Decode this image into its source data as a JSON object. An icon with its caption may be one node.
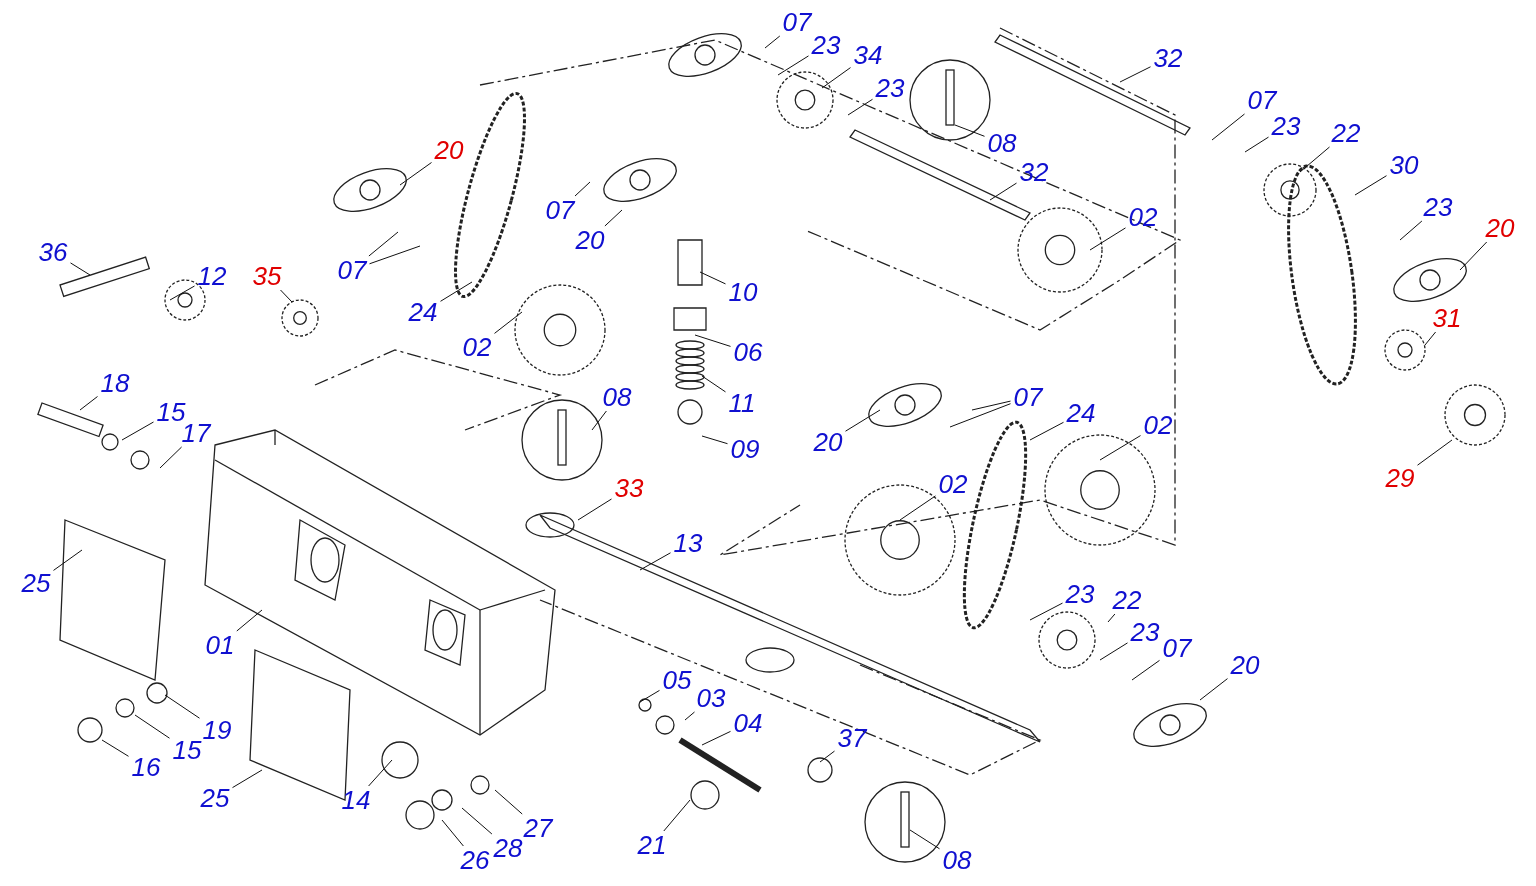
{
  "diagram": {
    "nodes": [
      {
        "text": [
          "07"
        ]
      },
      {
        "text": [
          "23"
        ]
      },
      {
        "text": [
          "34"
        ]
      },
      {
        "text": [
          "23"
        ]
      },
      {
        "text": [
          "32"
        ]
      },
      {
        "text": [
          "07"
        ]
      },
      {
        "text": [
          "23"
        ]
      },
      {
        "text": [
          "22"
        ]
      },
      {
        "text": [
          "30"
        ]
      },
      {
        "text": [
          "23"
        ]
      },
      {
        "text": [
          "20"
        ]
      },
      {
        "text": [
          "31"
        ]
      },
      {
        "text": [
          "29"
        ]
      },
      {
        "text": [
          "20"
        ]
      },
      {
        "text": [
          "08"
        ]
      },
      {
        "text": [
          "32"
        ]
      },
      {
        "text": [
          "02"
        ]
      },
      {
        "text": [
          "07"
        ]
      },
      {
        "text": [
          "20"
        ]
      },
      {
        "text": [
          "07"
        ]
      },
      {
        "text": [
          "36"
        ]
      },
      {
        "text": [
          "12"
        ]
      },
      {
        "text": [
          "35"
        ]
      },
      {
        "text": [
          "24"
        ]
      },
      {
        "text": [
          "02"
        ]
      },
      {
        "text": [
          "10"
        ]
      },
      {
        "text": [
          "06"
        ]
      },
      {
        "text": [
          "11"
        ]
      },
      {
        "text": [
          "09"
        ]
      },
      {
        "text": [
          "18"
        ]
      },
      {
        "text": [
          "15"
        ]
      },
      {
        "text": [
          "17"
        ]
      },
      {
        "text": [
          "08"
        ]
      },
      {
        "text": [
          "20"
        ]
      },
      {
        "text": [
          "07"
        ]
      },
      {
        "text": [
          "24"
        ]
      },
      {
        "text": [
          "02"
        ]
      },
      {
        "text": [
          "02"
        ]
      },
      {
        "text": [
          "33"
        ]
      },
      {
        "text": [
          "13"
        ]
      },
      {
        "text": [
          "25"
        ]
      },
      {
        "text": [
          "01"
        ]
      },
      {
        "text": [
          "23"
        ]
      },
      {
        "text": [
          "22"
        ]
      },
      {
        "text": [
          "23"
        ]
      },
      {
        "text": [
          "07"
        ]
      },
      {
        "text": [
          "20"
        ]
      },
      {
        "text": [
          "05"
        ]
      },
      {
        "text": [
          "03"
        ]
      },
      {
        "text": [
          "04"
        ]
      },
      {
        "text": [
          "37"
        ]
      },
      {
        "text": [
          "19"
        ]
      },
      {
        "text": [
          "16"
        ]
      },
      {
        "text": [
          "15"
        ]
      },
      {
        "text": [
          "14"
        ]
      },
      {
        "text": [
          "25"
        ]
      },
      {
        "text": [
          "26"
        ]
      },
      {
        "text": [
          "28"
        ]
      },
      {
        "text": [
          "27"
        ]
      },
      {
        "text": [
          "21"
        ]
      },
      {
        "text": [
          "08"
        ]
      }
    ],
    "edges": [
      {
        "from": 0,
        "to": null,
        "arrow": "none"
      },
      {
        "from": 1,
        "to": null,
        "arrow": "none"
      },
      {
        "from": 2,
        "to": null,
        "arrow": "none"
      },
      {
        "from": 3,
        "to": null,
        "arrow": "none"
      },
      {
        "from": 4,
        "to": null,
        "arrow": "none"
      },
      {
        "from": 5,
        "to": null,
        "arrow": "none"
      },
      {
        "from": 6,
        "to": null,
        "arrow": "none"
      },
      {
        "from": 7,
        "to": null,
        "arrow": "none"
      },
      {
        "from": 8,
        "to": null,
        "arrow": "none"
      },
      {
        "from": 9,
        "to": null,
        "arrow": "none"
      },
      {
        "from": 10,
        "to": null,
        "arrow": "none"
      },
      {
        "from": 11,
        "to": null,
        "arrow": "none"
      },
      {
        "from": 12,
        "to": null,
        "arrow": "none"
      },
      {
        "from": 13,
        "to": null,
        "arrow": "none"
      },
      {
        "from": 14,
        "to": null,
        "arrow": "none"
      },
      {
        "from": 15,
        "to": null,
        "arrow": "none"
      },
      {
        "from": 16,
        "to": null,
        "arrow": "none"
      },
      {
        "from": 17,
        "to": null,
        "arrow": "none"
      },
      {
        "from": 18,
        "to": null,
        "arrow": "none"
      },
      {
        "from": 19,
        "to": null,
        "arrow": "none"
      },
      {
        "from": 19,
        "to": null,
        "arrow": "none"
      },
      {
        "from": 20,
        "to": null,
        "arrow": "none"
      },
      {
        "from": 21,
        "to": null,
        "arrow": "none"
      },
      {
        "from": 22,
        "to": null,
        "arrow": "none"
      },
      {
        "from": 23,
        "to": null,
        "arrow": "none"
      },
      {
        "from": 24,
        "to": null,
        "arrow": "none"
      },
      {
        "from": 25,
        "to": null,
        "arrow": "none"
      },
      {
        "from": 26,
        "to": null,
        "arrow": "none"
      },
      {
        "from": 27,
        "to": null,
        "arrow": "none"
      },
      {
        "from": 28,
        "to": null,
        "arrow": "none"
      },
      {
        "from": 29,
        "to": null,
        "arrow": "none"
      },
      {
        "from": 30,
        "to": null,
        "arrow": "none"
      },
      {
        "from": 31,
        "to": null,
        "arrow": "none"
      },
      {
        "from": 32,
        "to": null,
        "arrow": "none"
      },
      {
        "from": 33,
        "to": null,
        "arrow": "none"
      },
      {
        "from": 34,
        "to": null,
        "arrow": "none"
      },
      {
        "from": 34,
        "to": null,
        "arrow": "none"
      },
      {
        "from": 35,
        "to": null,
        "arrow": "none"
      },
      {
        "from": 36,
        "to": null,
        "arrow": "none"
      },
      {
        "from": 37,
        "to": null,
        "arrow": "none"
      },
      {
        "from": 38,
        "to": null,
        "arrow": "none"
      },
      {
        "from": 39,
        "to": null,
        "arrow": "none"
      },
      {
        "from": 40,
        "to": null,
        "arrow": "none"
      },
      {
        "from": 41,
        "to": null,
        "arrow": "none"
      },
      {
        "from": 42,
        "to": null,
        "arrow": "none"
      },
      {
        "from": 43,
        "to": null,
        "arrow": "none"
      },
      {
        "from": 44,
        "to": null,
        "arrow": "none"
      },
      {
        "from": 45,
        "to": null,
        "arrow": "none"
      },
      {
        "from": 46,
        "to": null,
        "arrow": "none"
      },
      {
        "from": 47,
        "to": null,
        "arrow": "none"
      },
      {
        "from": 48,
        "to": null,
        "arrow": "none"
      },
      {
        "from": 49,
        "to": null,
        "arrow": "none"
      },
      {
        "from": 50,
        "to": null,
        "arrow": "none"
      },
      {
        "from": 51,
        "to": null,
        "arrow": "none"
      },
      {
        "from": 52,
        "to": null,
        "arrow": "none"
      },
      {
        "from": 53,
        "to": null,
        "arrow": "none"
      },
      {
        "from": 54,
        "to": null,
        "arrow": "none"
      },
      {
        "from": 55,
        "to": null,
        "arrow": "none"
      },
      {
        "from": 56,
        "to": null,
        "arrow": "none"
      },
      {
        "from": 57,
        "to": null,
        "arrow": "none"
      },
      {
        "from": 58,
        "to": null,
        "arrow": "none"
      },
      {
        "from": 59,
        "to": null,
        "arrow": "none"
      },
      {
        "from": 60,
        "to": null,
        "arrow": "none"
      }
    ]
  }
}
